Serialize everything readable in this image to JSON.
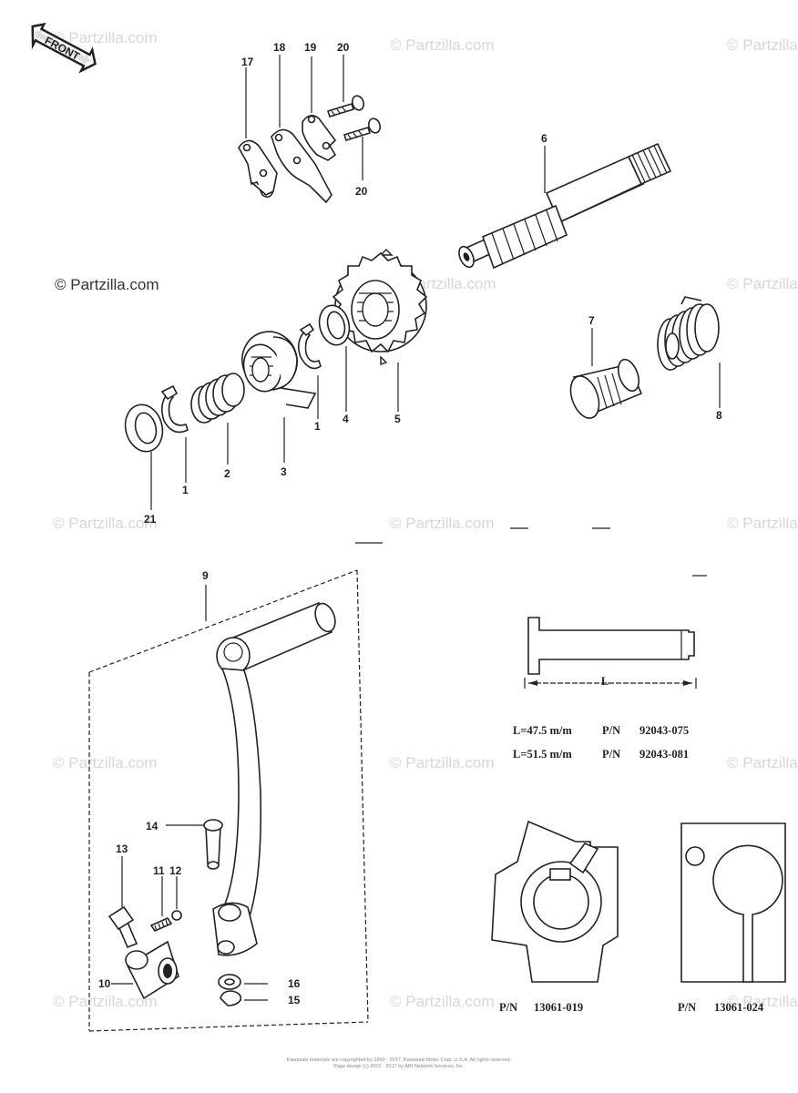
{
  "front_label": "FRONT",
  "watermarks": [
    {
      "text": "© Partzilla.com"
    },
    {
      "text": "© Partzilla.com"
    },
    {
      "text": "© Partzilla.com"
    },
    {
      "text": "© Partzilla.com"
    },
    {
      "text": "© Partzilla.com"
    },
    {
      "text": "© Partzilla.com"
    },
    {
      "text": "© Partzilla.com"
    },
    {
      "text": "© Partzilla.com"
    },
    {
      "text": "© Partzilla.com"
    },
    {
      "text": "© Partzilla.com"
    },
    {
      "text": "© Partzilla.com"
    },
    {
      "text": "© Partzilla.com"
    },
    {
      "text": "© Partzilla.com"
    },
    {
      "text": "© Partzilla.com"
    },
    {
      "text": "© Partzilla.com"
    }
  ],
  "callouts": {
    "c17": "17",
    "c18": "18",
    "c19": "19",
    "c20a": "20",
    "c20b": "20",
    "c6": "6",
    "c1a": "1",
    "c4": "4",
    "c5": "5",
    "c3": "3",
    "c2": "2",
    "c1b": "1",
    "c21": "21",
    "c7": "7",
    "c8": "8",
    "c9": "9",
    "c14": "14",
    "c13": "13",
    "c11": "11",
    "c12": "12",
    "c10": "10",
    "c16": "16",
    "c15": "15"
  },
  "pin_detail": {
    "dim_label": "L",
    "row1": {
      "length": "L=47.5 m/m",
      "pn_label": "P/N",
      "pn": "92043-075"
    },
    "row2": {
      "length": "L=51.5 m/m",
      "pn_label": "P/N",
      "pn": "92043-081"
    }
  },
  "tools": {
    "left": {
      "pn_label": "P/N",
      "pn": "13061-019"
    },
    "right": {
      "pn_label": "P/N",
      "pn": "13061-024"
    }
  },
  "footer": {
    "line1": "Kawasaki materials are copyrighted by 1960 - 2017, Kawasaki Motor Corp. U.S.A. All rights reserved.",
    "line2": "Page design (c) 2001 - 2017 by ARI Network Services, Inc."
  }
}
